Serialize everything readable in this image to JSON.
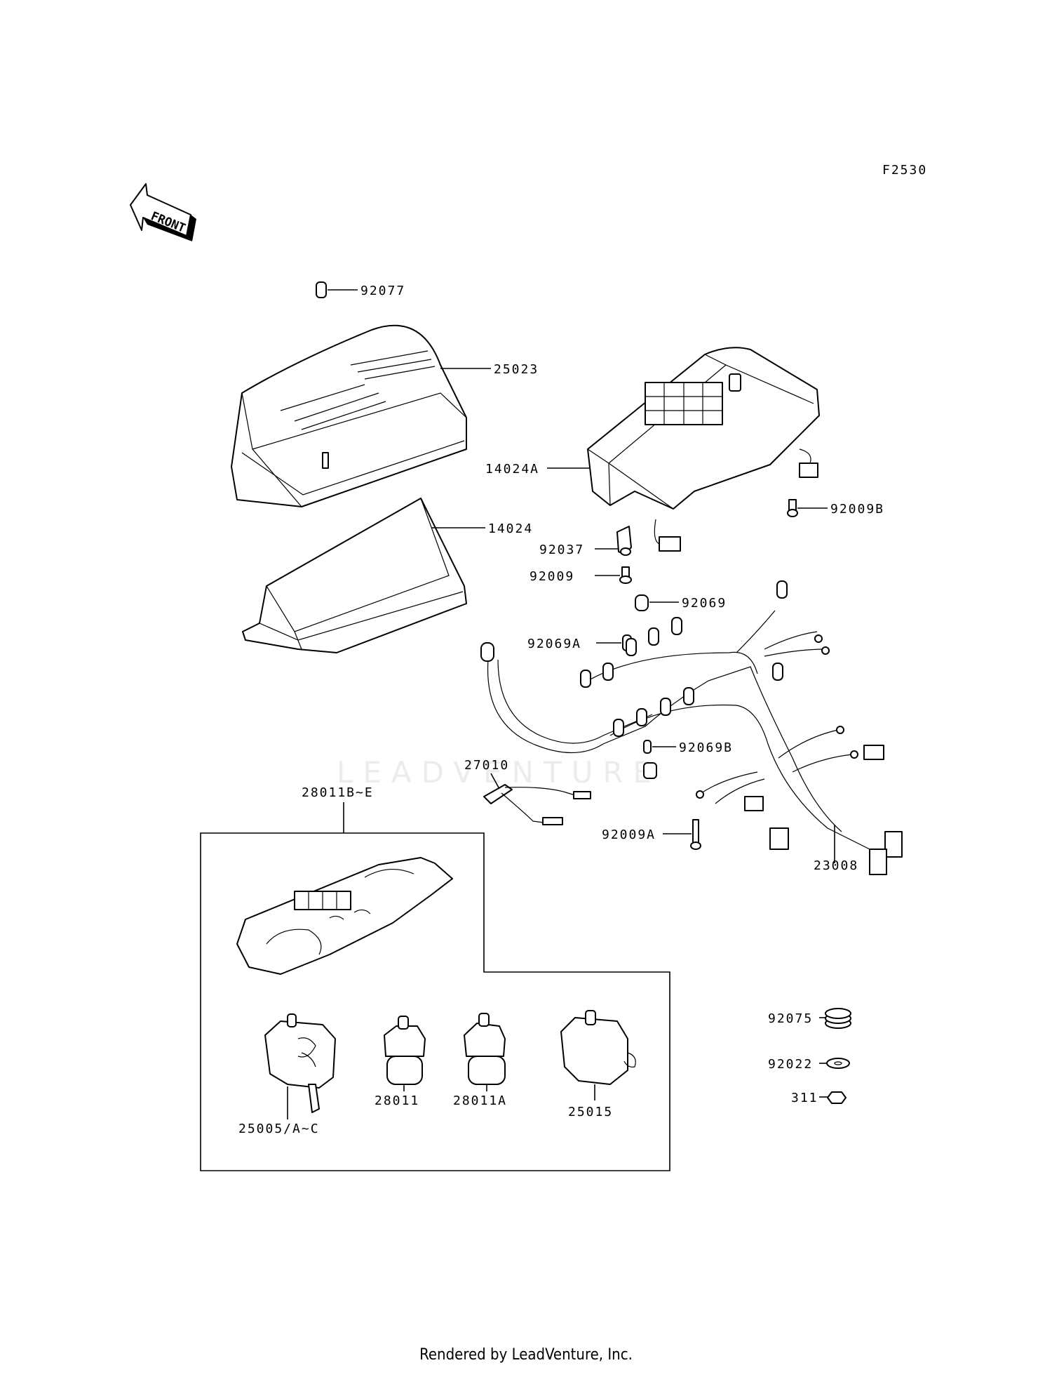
{
  "diagram_code": "F2530",
  "front_label": "FRONT",
  "watermark": "LEADVENTURE",
  "footer": "Rendered by LeadVenture, Inc.",
  "labels": {
    "p92077": "92077",
    "p25023": "25023",
    "p14024A": "14024A",
    "p92009B": "92009B",
    "p14024": "14024",
    "p92037": "92037",
    "p92009": "92009",
    "p92069": "92069",
    "p92069A": "92069A",
    "p92069B": "92069B",
    "p27010": "27010",
    "p28011BE": "28011B~E",
    "p92009A": "92009A",
    "p23008": "23008",
    "p92075": "92075",
    "p92022": "92022",
    "p311": "311",
    "p28011": "28011",
    "p28011A": "28011A",
    "p25015": "25015",
    "p25005AC": "25005/A~C"
  }
}
